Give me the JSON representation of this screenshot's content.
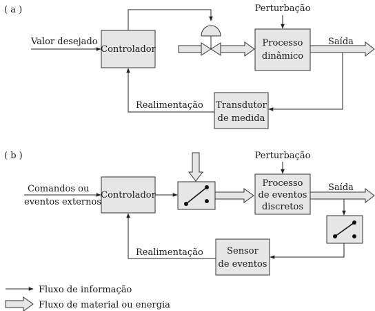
{
  "panel_a": {
    "label": "( a )",
    "perturbation": "Perturbação",
    "setpoint": "Valor desejado",
    "controller": "Controlador",
    "process": [
      "Processo",
      "dinâmico"
    ],
    "output": "Saída",
    "feedback": "Realimentação",
    "sensor": [
      "Transdutor",
      "de medida"
    ]
  },
  "panel_b": {
    "label": "( b )",
    "perturbation": "Perturbação",
    "inputs": [
      "Comandos ou",
      "eventos externos"
    ],
    "controller": "Controlador",
    "process": [
      "Processo",
      "de eventos",
      "discretos"
    ],
    "output": "Saída",
    "feedback": "Realimentação",
    "sensor": [
      "Sensor",
      "de eventos"
    ]
  },
  "legend": {
    "information_flow": "Fluxo de informação",
    "material_flow": "Fluxo de material ou energia"
  },
  "colors": {
    "box_fill": "#e6e6e6",
    "stroke": "#333333"
  }
}
